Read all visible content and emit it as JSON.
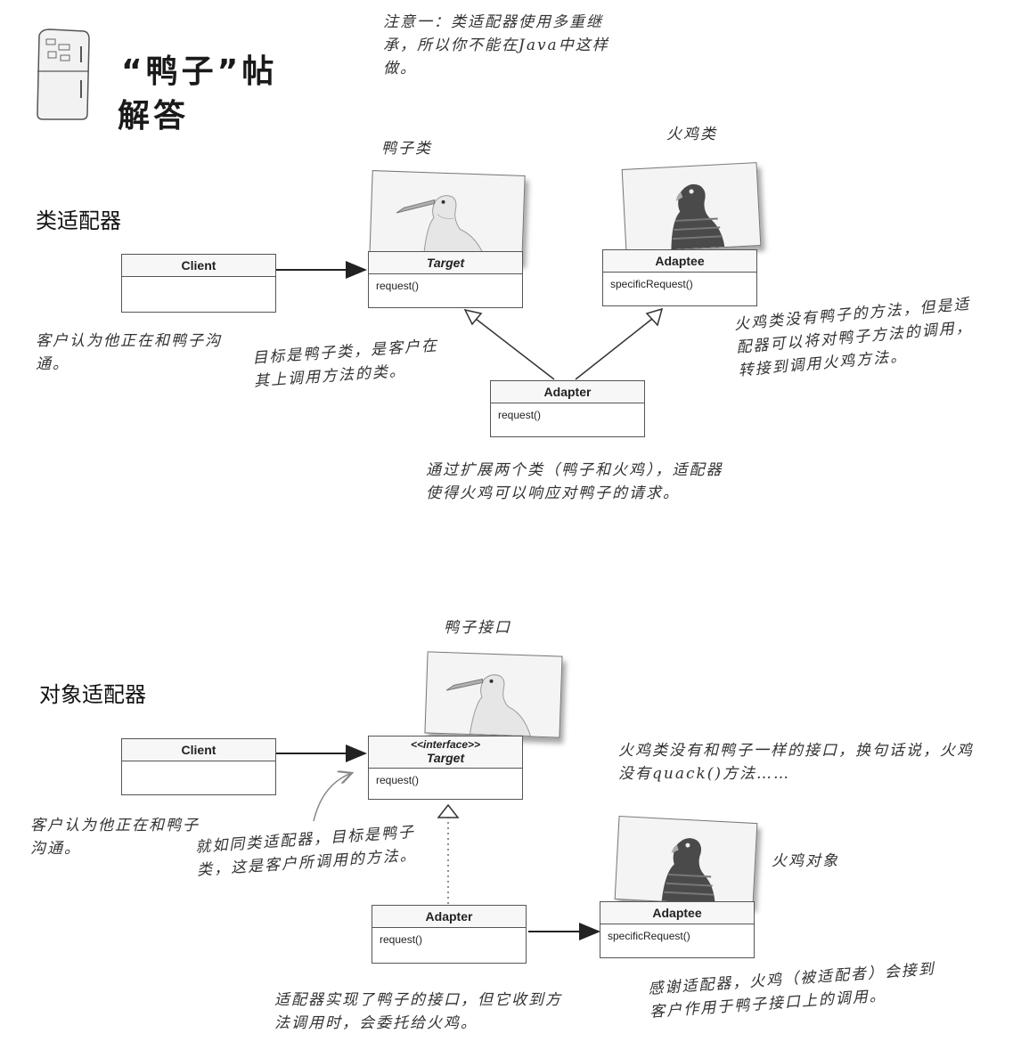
{
  "header": {
    "title_line1": "“鸭子”帖",
    "title_line2": "解答",
    "note": "注意一：类适配器使用多重继承，所以你不能在Java中这样做。"
  },
  "class_adapter": {
    "section_title": "类适配器",
    "duck_label": "鸭子类",
    "turkey_label": "火鸡类",
    "client": {
      "name": "Client",
      "body": ""
    },
    "target": {
      "name": "Target",
      "method": "request()"
    },
    "adaptee": {
      "name": "Adaptee",
      "method": "specificRequest()"
    },
    "adapter": {
      "name": "Adapter",
      "method": "request()"
    },
    "note_client": "客户认为他正在和鸭子沟通。",
    "note_target": "目标是鸭子类，是客户在其上调用方法的类。",
    "note_turkey": "火鸡类没有鸭子的方法，但是适配器可以将对鸭子方法的调用，转接到调用火鸡方法。",
    "note_adapter": "通过扩展两个类（鸭子和火鸡），适配器使得火鸡可以响应对鸭子的请求。"
  },
  "object_adapter": {
    "section_title": "对象适配器",
    "duck_label": "鸭子接口",
    "turkey_label": "火鸡对象",
    "client": {
      "name": "Client",
      "body": ""
    },
    "target": {
      "stereotype": "<<interface>>",
      "name": "Target",
      "method": "request()"
    },
    "adaptee": {
      "name": "Adaptee",
      "method": "specificRequest()"
    },
    "adapter": {
      "name": "Adapter",
      "method": "request()"
    },
    "note_client": "客户认为他正在和鸭子沟通。",
    "note_target": "就如同类适配器，目标是鸭子类，这是客户所调用的方法。",
    "note_turkey": "火鸡类没有和鸭子一样的接口，换句话说，火鸡没有quack()方法……",
    "note_adapter": "适配器实现了鸭子的接口，但它收到方法调用时，会委托给火鸡。",
    "note_delegate": "感谢适配器，火鸡（被适配者）会接到客户作用于鸭子接口上的调用。"
  }
}
